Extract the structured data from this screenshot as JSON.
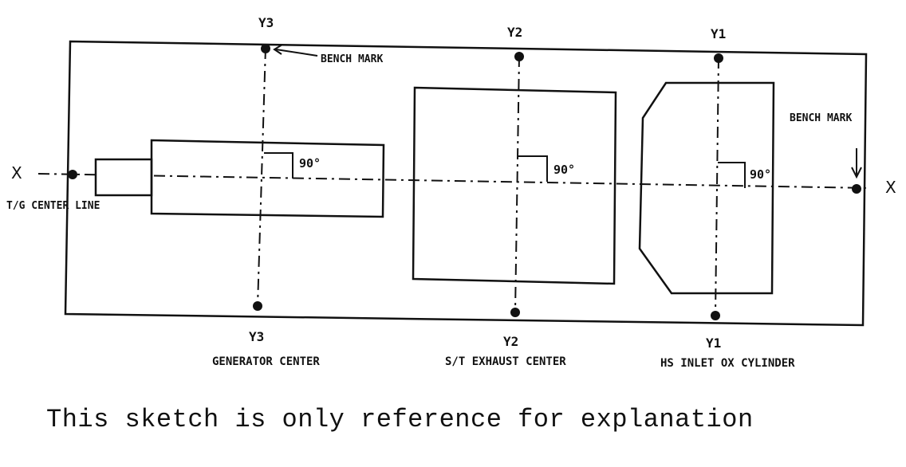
{
  "labels": {
    "x_left": "X",
    "x_right": "X",
    "y3_top": "Y3",
    "y2_top": "Y2",
    "y1_top": "Y1",
    "y3_bottom": "Y3",
    "y2_bottom": "Y2",
    "y1_bottom": "Y1",
    "bench_mark_top": "BENCH MARK",
    "bench_mark_right": "BENCH MARK",
    "tg_center_line": "T/G CENTER LINE",
    "angle_gen": "90°",
    "angle_exhaust": "90°",
    "angle_inlet": "90°",
    "generator_center": "GENERATOR CENTER",
    "exhaust_center": "S/T EXHAUST CENTER",
    "inlet_cylinder": "HS INLET OX CYLINDER"
  },
  "caption": "This sketch is only reference for explanation",
  "colors": {
    "ink": "#111111",
    "paper": "#ffffff"
  }
}
